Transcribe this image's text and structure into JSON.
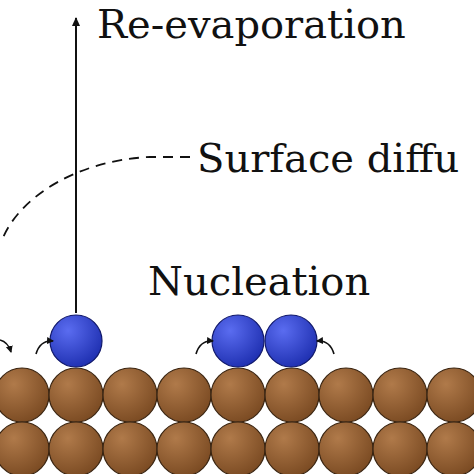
{
  "diagram": {
    "labels": [
      "Re-evaporation",
      "Surface diffu",
      "Nucleation"
    ]
  }
}
